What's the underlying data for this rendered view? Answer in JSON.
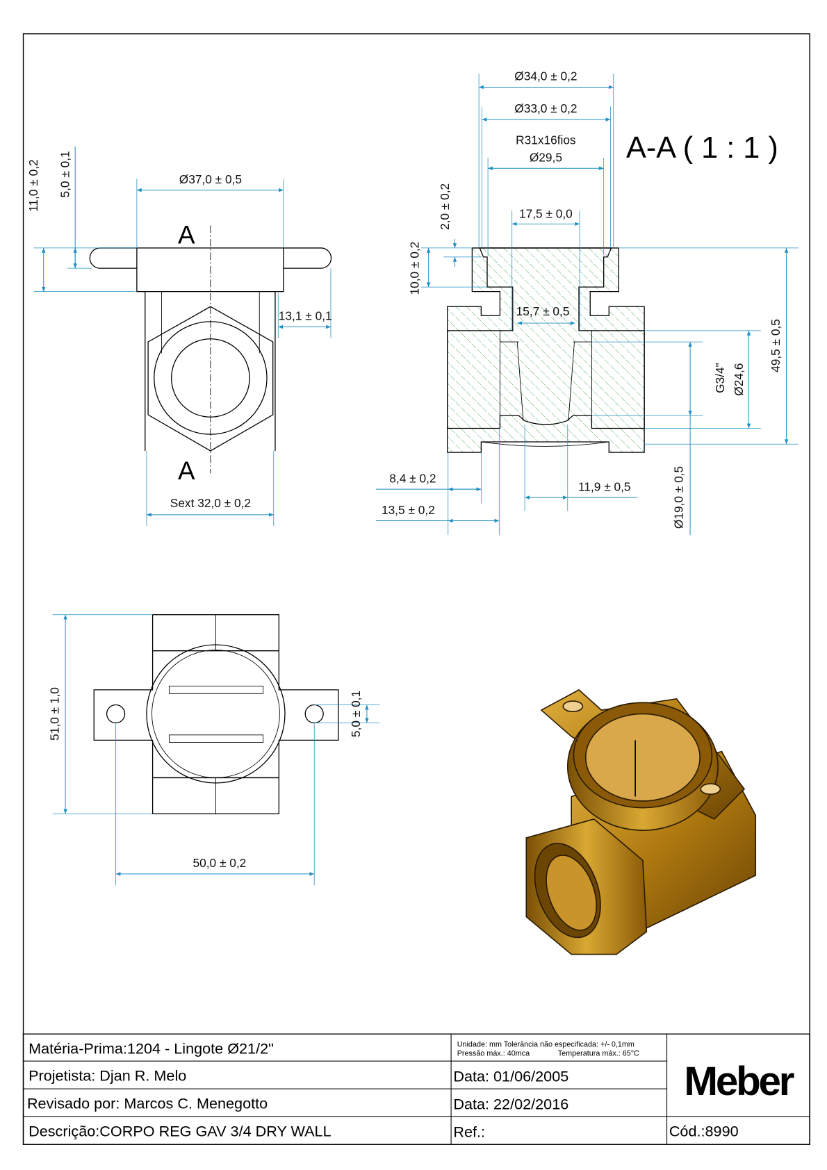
{
  "front_view": {
    "section_mark_top": "A",
    "section_mark_bottom": "A",
    "dims": {
      "flange_diameter": "Ø37,0 ± 0,5",
      "hex_size": "Sext 32,0 ± 0,2",
      "ear_length": "13,1 ± 0,1",
      "flange_height": "11,0 ± 0,2",
      "ear_thickness": "5,0 ± 0,1"
    }
  },
  "section_view": {
    "title": "A-A ( 1 : 1 )",
    "dims": {
      "outer_diameter": "Ø34,0 ± 0,2",
      "seat_diameter": "Ø33,0 ± 0,2",
      "thread_spec": "R31x16fios",
      "thread_diameter": "Ø29,5",
      "bore_top": "17,5 ± 0,0",
      "bore_inner": "15,7 ± 0,5",
      "chamfer_depth": "2,0 ± 0,2",
      "pocket_depth": "10,0 ± 0,2",
      "total_height": "49,5 ± 0,5",
      "pipe_thread": "G3/4\"",
      "pipe_thread_diameter": "Ø24,6",
      "seat_bore": "Ø19,0 ± 0,5",
      "recess_depth": "8,4 ± 0,2",
      "thread_depth": "13,5 ± 0,2",
      "seat_width": "11,9 ± 0,5"
    }
  },
  "bottom_view": {
    "dims": {
      "body_length": "51,0 ± 1,0",
      "hole_spacing": "50,0 ± 0,2",
      "ear_width": "5,0 ± 0,1"
    }
  },
  "title_block": {
    "materia_label": "Matéria-Prima:",
    "materia_value": "1204 - Lingote Ø21/2\"",
    "notes_line1": "Unidade: mm Tolerância não especificada: +/- 0,1mm",
    "notes_line2_a": "Pressão máx.: 40mca",
    "notes_line2_b": "Temperatura máx.: 65°C",
    "projetista_label": "Projetista:",
    "projetista_value": "Djan R. Melo",
    "data1": "Data: 01/06/2005",
    "revisado_label": "Revisado por:",
    "revisado_value": "Marcos C. Menegotto",
    "data2": "Data: 22/02/2016",
    "descricao_label": "Descrição:",
    "descricao_value": "CORPO REG GAV 3/4 DRY WALL",
    "ref_label": "Ref.:",
    "cod_label": "Cód.:",
    "cod_value": "8990",
    "logo": "Meber"
  },
  "colors": {
    "dimension": "#1f8fc4",
    "hatch": "#3aa04a",
    "bronze": "#b8860b"
  }
}
